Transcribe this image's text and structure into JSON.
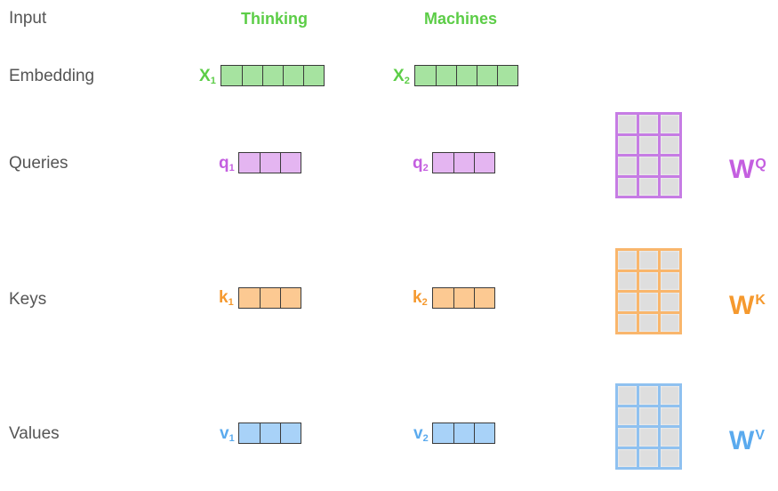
{
  "rows": {
    "input": "Input",
    "embedding": "Embedding",
    "queries": "Queries",
    "keys": "Keys",
    "values": "Values"
  },
  "words": [
    "Thinking",
    "Machines"
  ],
  "embeddings": [
    {
      "letter": "X",
      "sub": "1"
    },
    {
      "letter": "X",
      "sub": "2"
    }
  ],
  "queries": [
    {
      "letter": "q",
      "sub": "1"
    },
    {
      "letter": "q",
      "sub": "2"
    }
  ],
  "keys": [
    {
      "letter": "k",
      "sub": "1"
    },
    {
      "letter": "k",
      "sub": "2"
    }
  ],
  "values": [
    {
      "letter": "v",
      "sub": "1"
    },
    {
      "letter": "v",
      "sub": "2"
    }
  ],
  "weights": {
    "wq": {
      "letter": "W",
      "sup": "Q"
    },
    "wk": {
      "letter": "W",
      "sup": "K"
    },
    "wv": {
      "letter": "W",
      "sup": "V"
    }
  },
  "colors": {
    "input_green": "#5ccd47",
    "query_purple": "#c45fe0",
    "key_orange": "#f5992e",
    "value_blue": "#5aaaee",
    "label_gray": "#555555"
  }
}
